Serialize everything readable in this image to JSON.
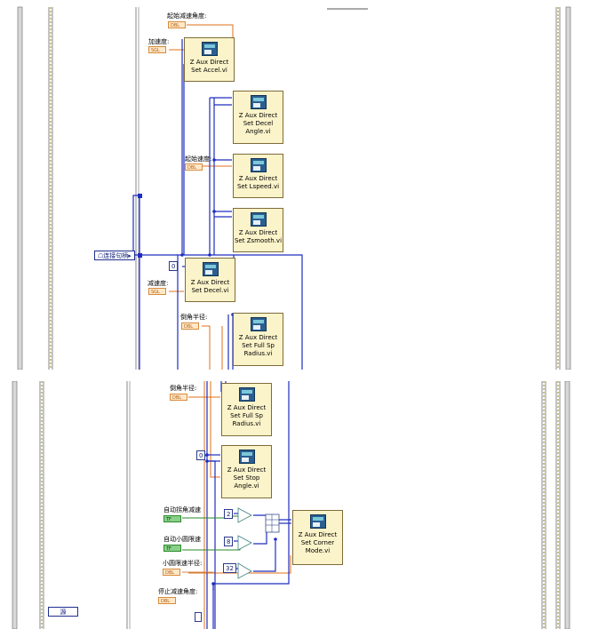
{
  "top": {
    "labels": {
      "start_decel_angle": "起始减速角度:",
      "accel": "加速度:",
      "start_speed": "起始速度:",
      "decel": "减速度:",
      "chamfer_radius": "倒角半径:"
    },
    "constants": {
      "c1": "DBL",
      "c2": "SGL",
      "c3": "DBL",
      "c4": "SGL",
      "c5": "DBL"
    },
    "handle_control": "连接句柄",
    "zero": "0",
    "vis": [
      "Z Aux Direct\nSet Accel.vi",
      "Z Aux Direct\nSet Decel\nAngle.vi",
      "Z Aux Direct\nSet Lspeed.vi",
      "Z Aux Direct\nSet Zsmooth.vi",
      "Z Aux Direct\nSet Decel.vi",
      "Z Aux Direct\nSet Full Sp\nRadius.vi"
    ]
  },
  "bottom": {
    "labels": {
      "chamfer_radius": "倒角半径:",
      "auto_corner_decel": "自动拐角减速",
      "auto_small_circle": "自动小圆限速",
      "small_circle_radius": "小圆限速半径:",
      "stop_decel_angle": "停止减速角度:"
    },
    "constants": {
      "c1": "DBL",
      "b1": "TF",
      "b2": "TF",
      "c2": "DBL",
      "c3": "DBL"
    },
    "zero": "0",
    "nums": [
      "2",
      "8",
      "32"
    ],
    "source": "源",
    "vis": [
      "Z Aux Direct\nSet Full Sp\nRadius.vi",
      "Z Aux Direct\nSet Stop\nAngle.vi",
      "Z Aux Direct\nSet Corner\nMode.vi"
    ]
  },
  "colors": {
    "wire_blue": "#1f2dbf",
    "wire_orange": "#e0701a",
    "wire_green": "#2a8a2a",
    "wire_teal": "#5aa0a0",
    "vi_fill": "#fbf3c9"
  }
}
